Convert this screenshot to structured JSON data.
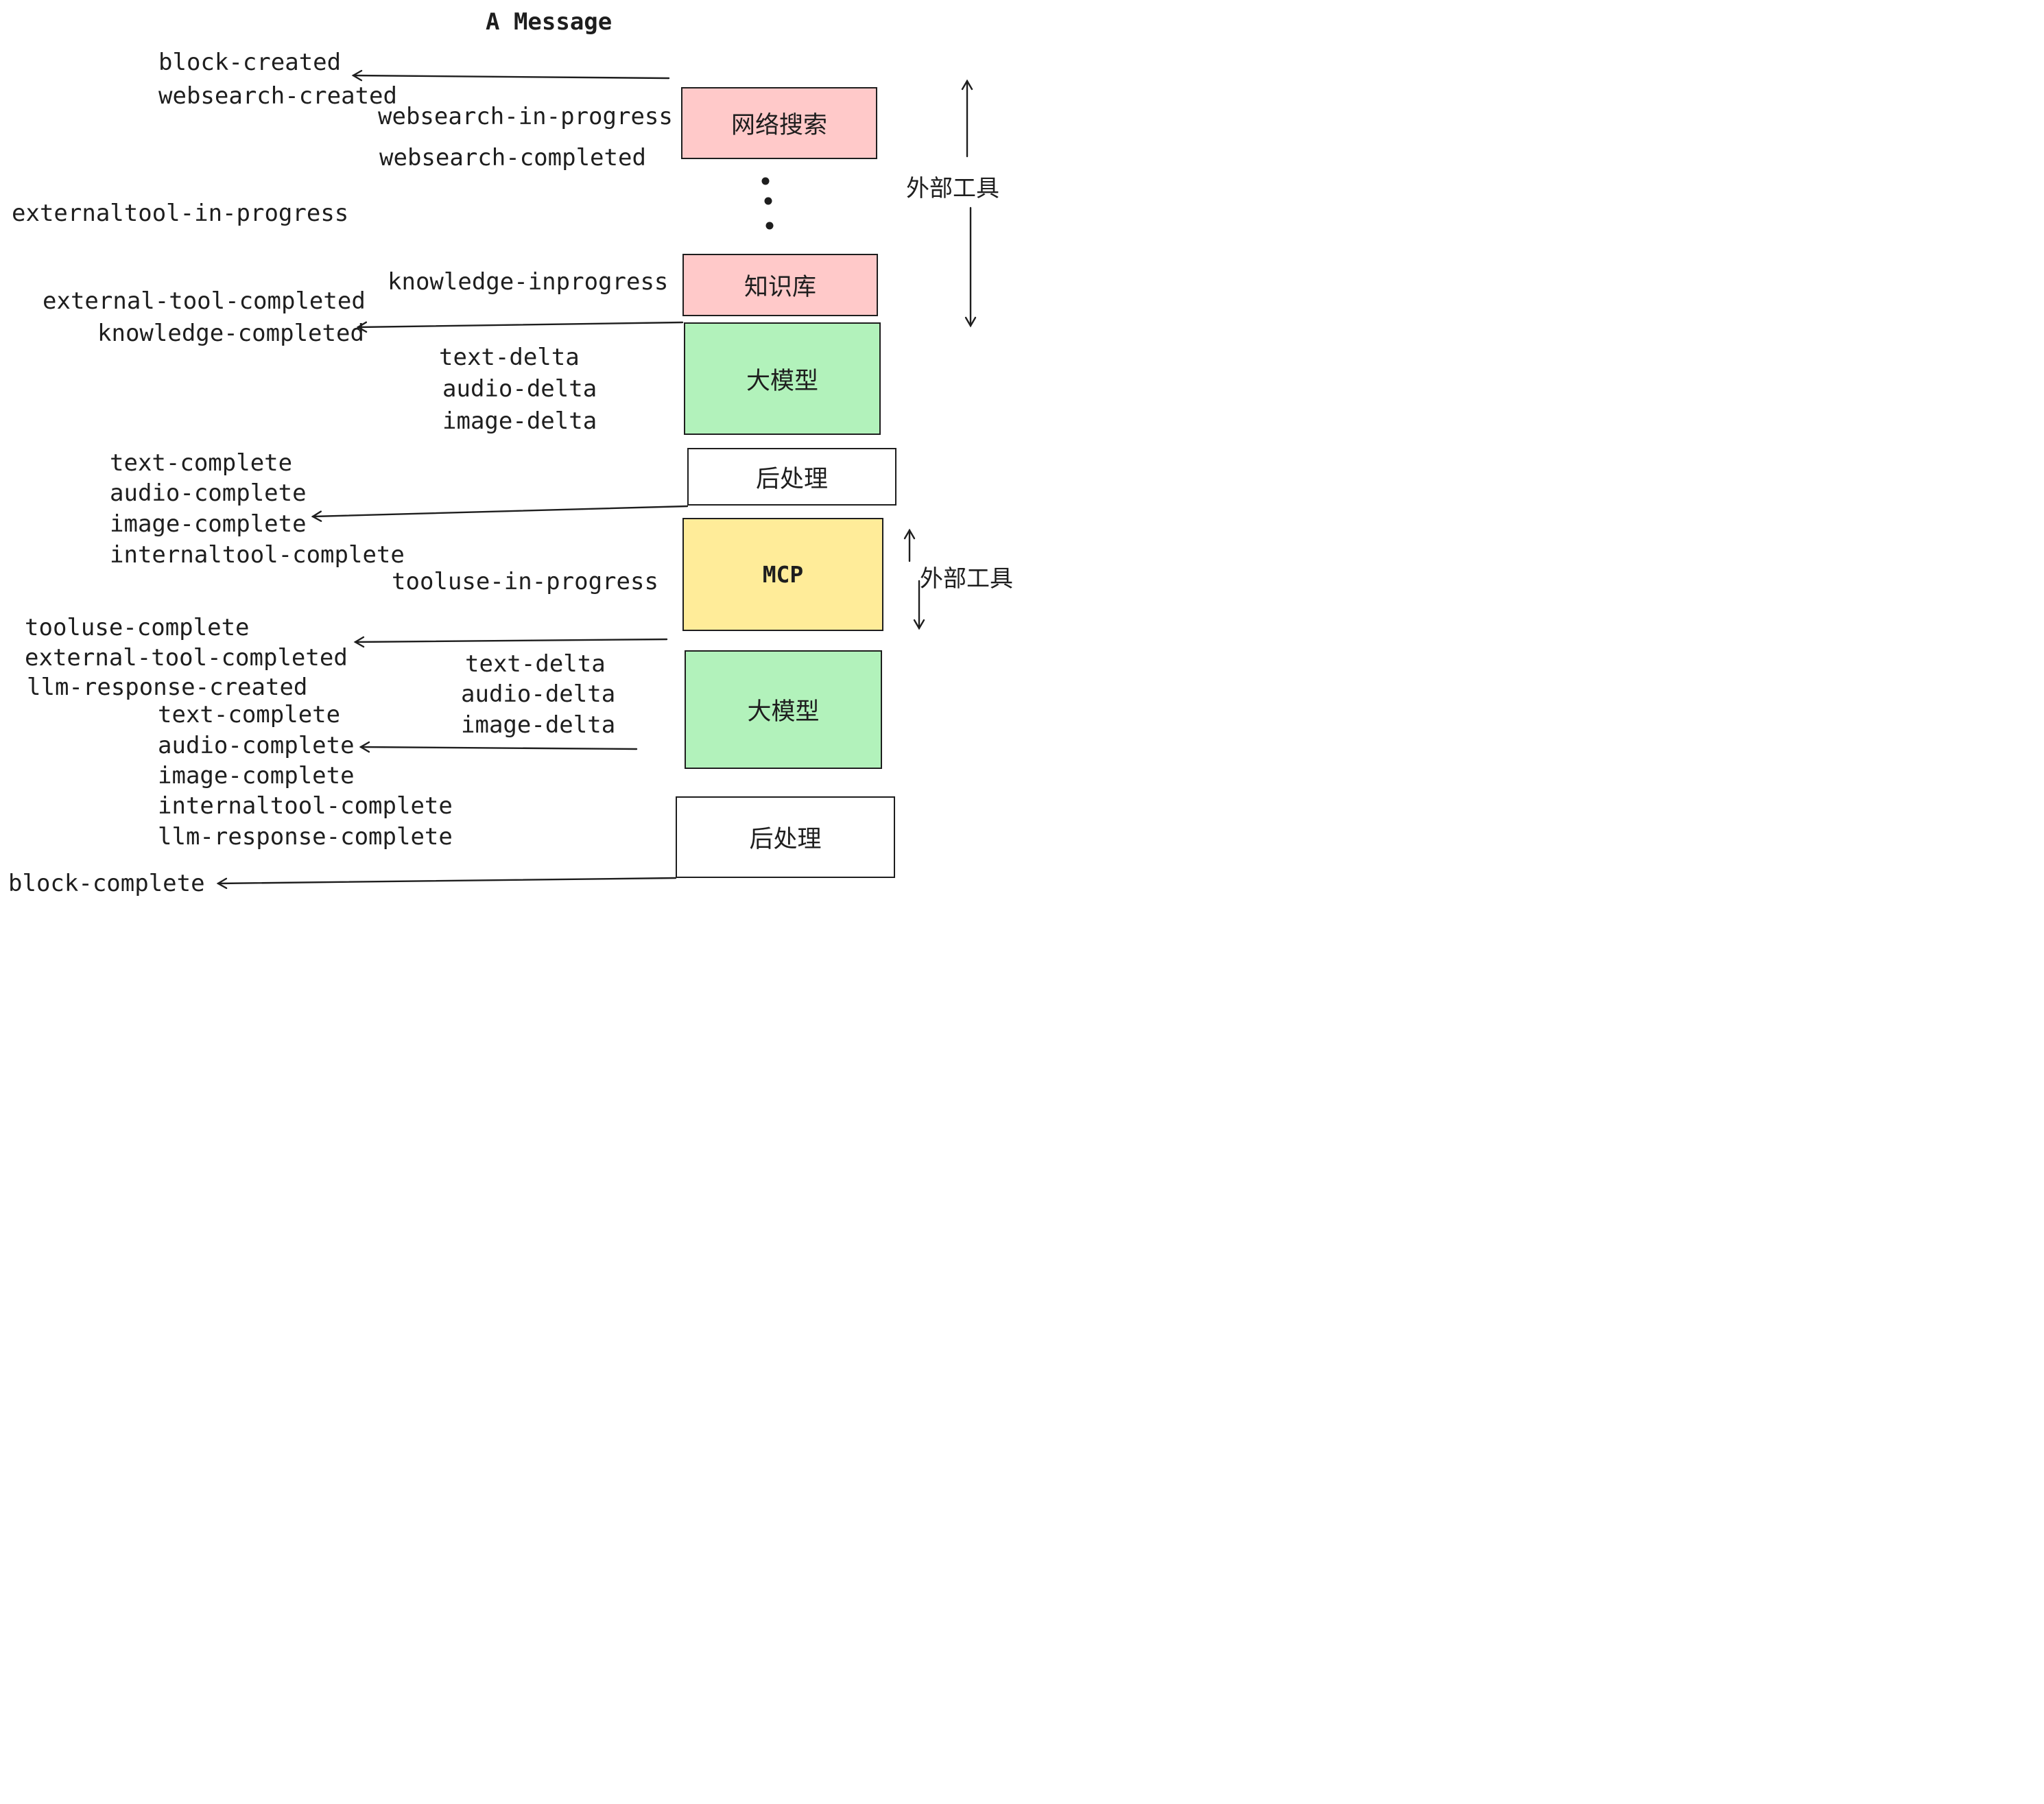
{
  "title": "A Message",
  "colors": {
    "pink": "#FFC9C9",
    "green": "#B2F2BB",
    "yellow": "#FFEC99",
    "white": "#FFFFFF",
    "ink": "#1E1E1E"
  },
  "boxes": {
    "websearch": {
      "label": "网络搜索"
    },
    "knowledge": {
      "label": "知识库"
    },
    "llm1": {
      "label": "大模型"
    },
    "post1": {
      "label": "后处理"
    },
    "mcp": {
      "label": "MCP"
    },
    "llm2": {
      "label": "大模型"
    },
    "post2": {
      "label": "后处理"
    }
  },
  "side_labels": {
    "external_tools_top": "外部工具",
    "external_tools_middle": "外部工具"
  },
  "events": {
    "block_created": "block-created",
    "websearch_created": "websearch-created",
    "websearch_in_progress": "websearch-in-progress",
    "websearch_completed": "websearch-completed",
    "externaltool_in_progress": "externaltool-in-progress",
    "knowledge_inprogress": "knowledge-inprogress",
    "external_tool_completed_1": "external-tool-completed",
    "knowledge_completed": "knowledge-completed",
    "text_delta_1": "text-delta",
    "audio_delta_1": "audio-delta",
    "image_delta_1": "image-delta",
    "text_complete_1": "text-complete",
    "audio_complete_1": "audio-complete",
    "image_complete_1": "image-complete",
    "internaltool_complete_1": "internaltool-complete",
    "tooluse_in_progress": "tooluse-in-progress",
    "tooluse_complete": "tooluse-complete",
    "external_tool_completed_2": "external-tool-completed",
    "llm_response_created": "llm-response-created",
    "text_delta_2": "text-delta",
    "audio_delta_2": "audio-delta",
    "image_delta_2": "image-delta",
    "text_complete_2": "text-complete",
    "audio_complete_2": "audio-complete",
    "image_complete_2": "image-complete",
    "internaltool_complete_2": "internaltool-complete",
    "llm_response_complete": "llm-response-complete",
    "block_complete": "block-complete"
  }
}
